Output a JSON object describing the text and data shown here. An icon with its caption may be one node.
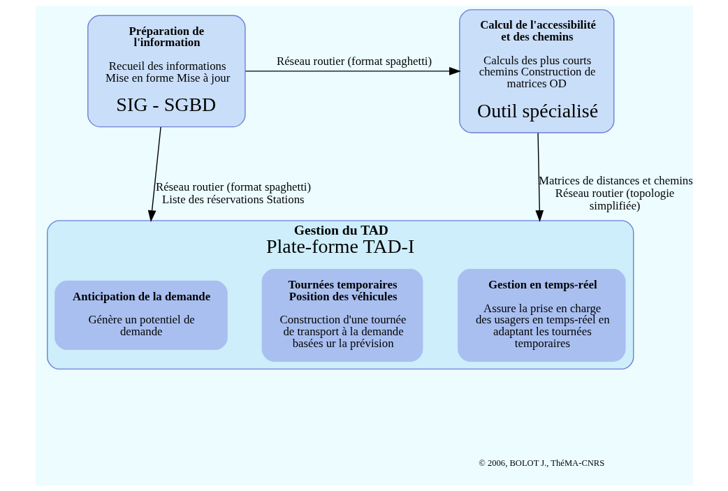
{
  "diagram": {
    "nodes": [
      {
        "text": [
          "Préparation de l'information",
          "Recueil des informations Mise en forme Mise à jour",
          "SIG - SGBD"
        ]
      },
      {
        "text": [
          "Calcul de l'accessibilité et des chemins",
          "Calculs des plus courts chemins Construction de matrices OD",
          "Outil spécialisé"
        ]
      },
      {
        "text": [
          "Gestion du TAD",
          "Plate-forme TAD-I"
        ]
      },
      {
        "text": [
          "Anticipation de la demande",
          "Génère un potentiel de demande"
        ],
        "in": 2
      },
      {
        "text": [
          "Tournées temporaires Position des véhicules",
          "Construction d'une tournée de transport à la demande basées ur la prévision"
        ],
        "in": 2
      },
      {
        "text": [
          "Gestion en temps-réel",
          "Assure la prise en charge des usagers en temps-réel en adaptant les tournées temporaires"
        ],
        "in": 2
      }
    ],
    "edges": [
      {
        "from": 0,
        "to": 1,
        "arrow": "to",
        "label": "Réseau routier (format spaghetti)"
      },
      {
        "from": 0,
        "to": 2,
        "arrow": "to",
        "label": "Réseau routier (format spaghetti) Liste des réservations Stations"
      },
      {
        "from": 1,
        "to": 2,
        "arrow": "to",
        "label": "Matrices de distances et chemins Réseau routier (topologie simplifiée)"
      }
    ],
    "labels": [
      "© 2006, BOLOT J., ThéMA-CNRS"
    ]
  }
}
